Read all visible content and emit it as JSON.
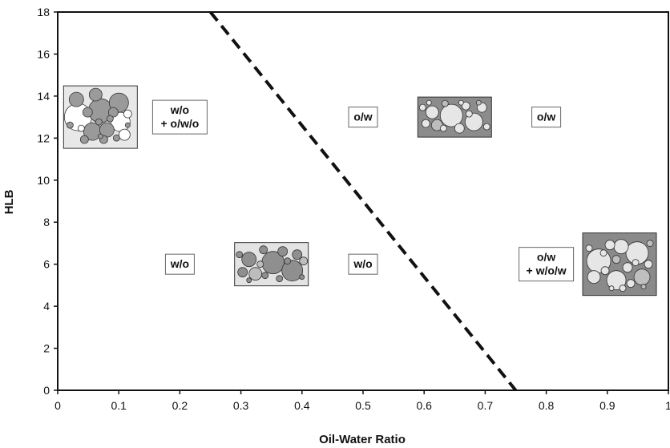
{
  "chart_data": {
    "type": "scatter",
    "title": "",
    "xlabel": "Oil-Water Ratio",
    "ylabel": "HLB",
    "xlim": [
      0,
      1
    ],
    "ylim": [
      0,
      18
    ],
    "xticks": [
      "0",
      "0.1",
      "0.2",
      "0.3",
      "0.4",
      "0.5",
      "0.6",
      "0.7",
      "0.8",
      "0.9",
      "1"
    ],
    "yticks": [
      "0",
      "2",
      "4",
      "6",
      "8",
      "10",
      "12",
      "14",
      "16",
      "18"
    ],
    "grid": false,
    "legend": "none",
    "boundary_line": {
      "style": "dashed",
      "color": "#111111",
      "points": [
        [
          0.25,
          18
        ],
        [
          0.75,
          0
        ]
      ]
    },
    "annotations": [
      {
        "lines": [
          "w/o",
          "+ o/w/o"
        ],
        "x": 0.2,
        "y": 13
      },
      {
        "lines": [
          "o/w"
        ],
        "x": 0.5,
        "y": 13
      },
      {
        "lines": [
          "o/w"
        ],
        "x": 0.8,
        "y": 13
      },
      {
        "lines": [
          "w/o"
        ],
        "x": 0.2,
        "y": 6
      },
      {
        "lines": [
          "w/o"
        ],
        "x": 0.5,
        "y": 6
      },
      {
        "lines": [
          "o/w",
          "+ w/o/w"
        ],
        "x": 0.8,
        "y": 6
      }
    ],
    "emulsion_images": [
      {
        "type": "w/o + o/w/o",
        "x": 0.07,
        "y": 13
      },
      {
        "type": "o/w",
        "x": 0.65,
        "y": 13
      },
      {
        "type": "w/o",
        "x": 0.35,
        "y": 6
      },
      {
        "type": "o/w + w/o/w",
        "x": 0.92,
        "y": 6
      }
    ]
  }
}
